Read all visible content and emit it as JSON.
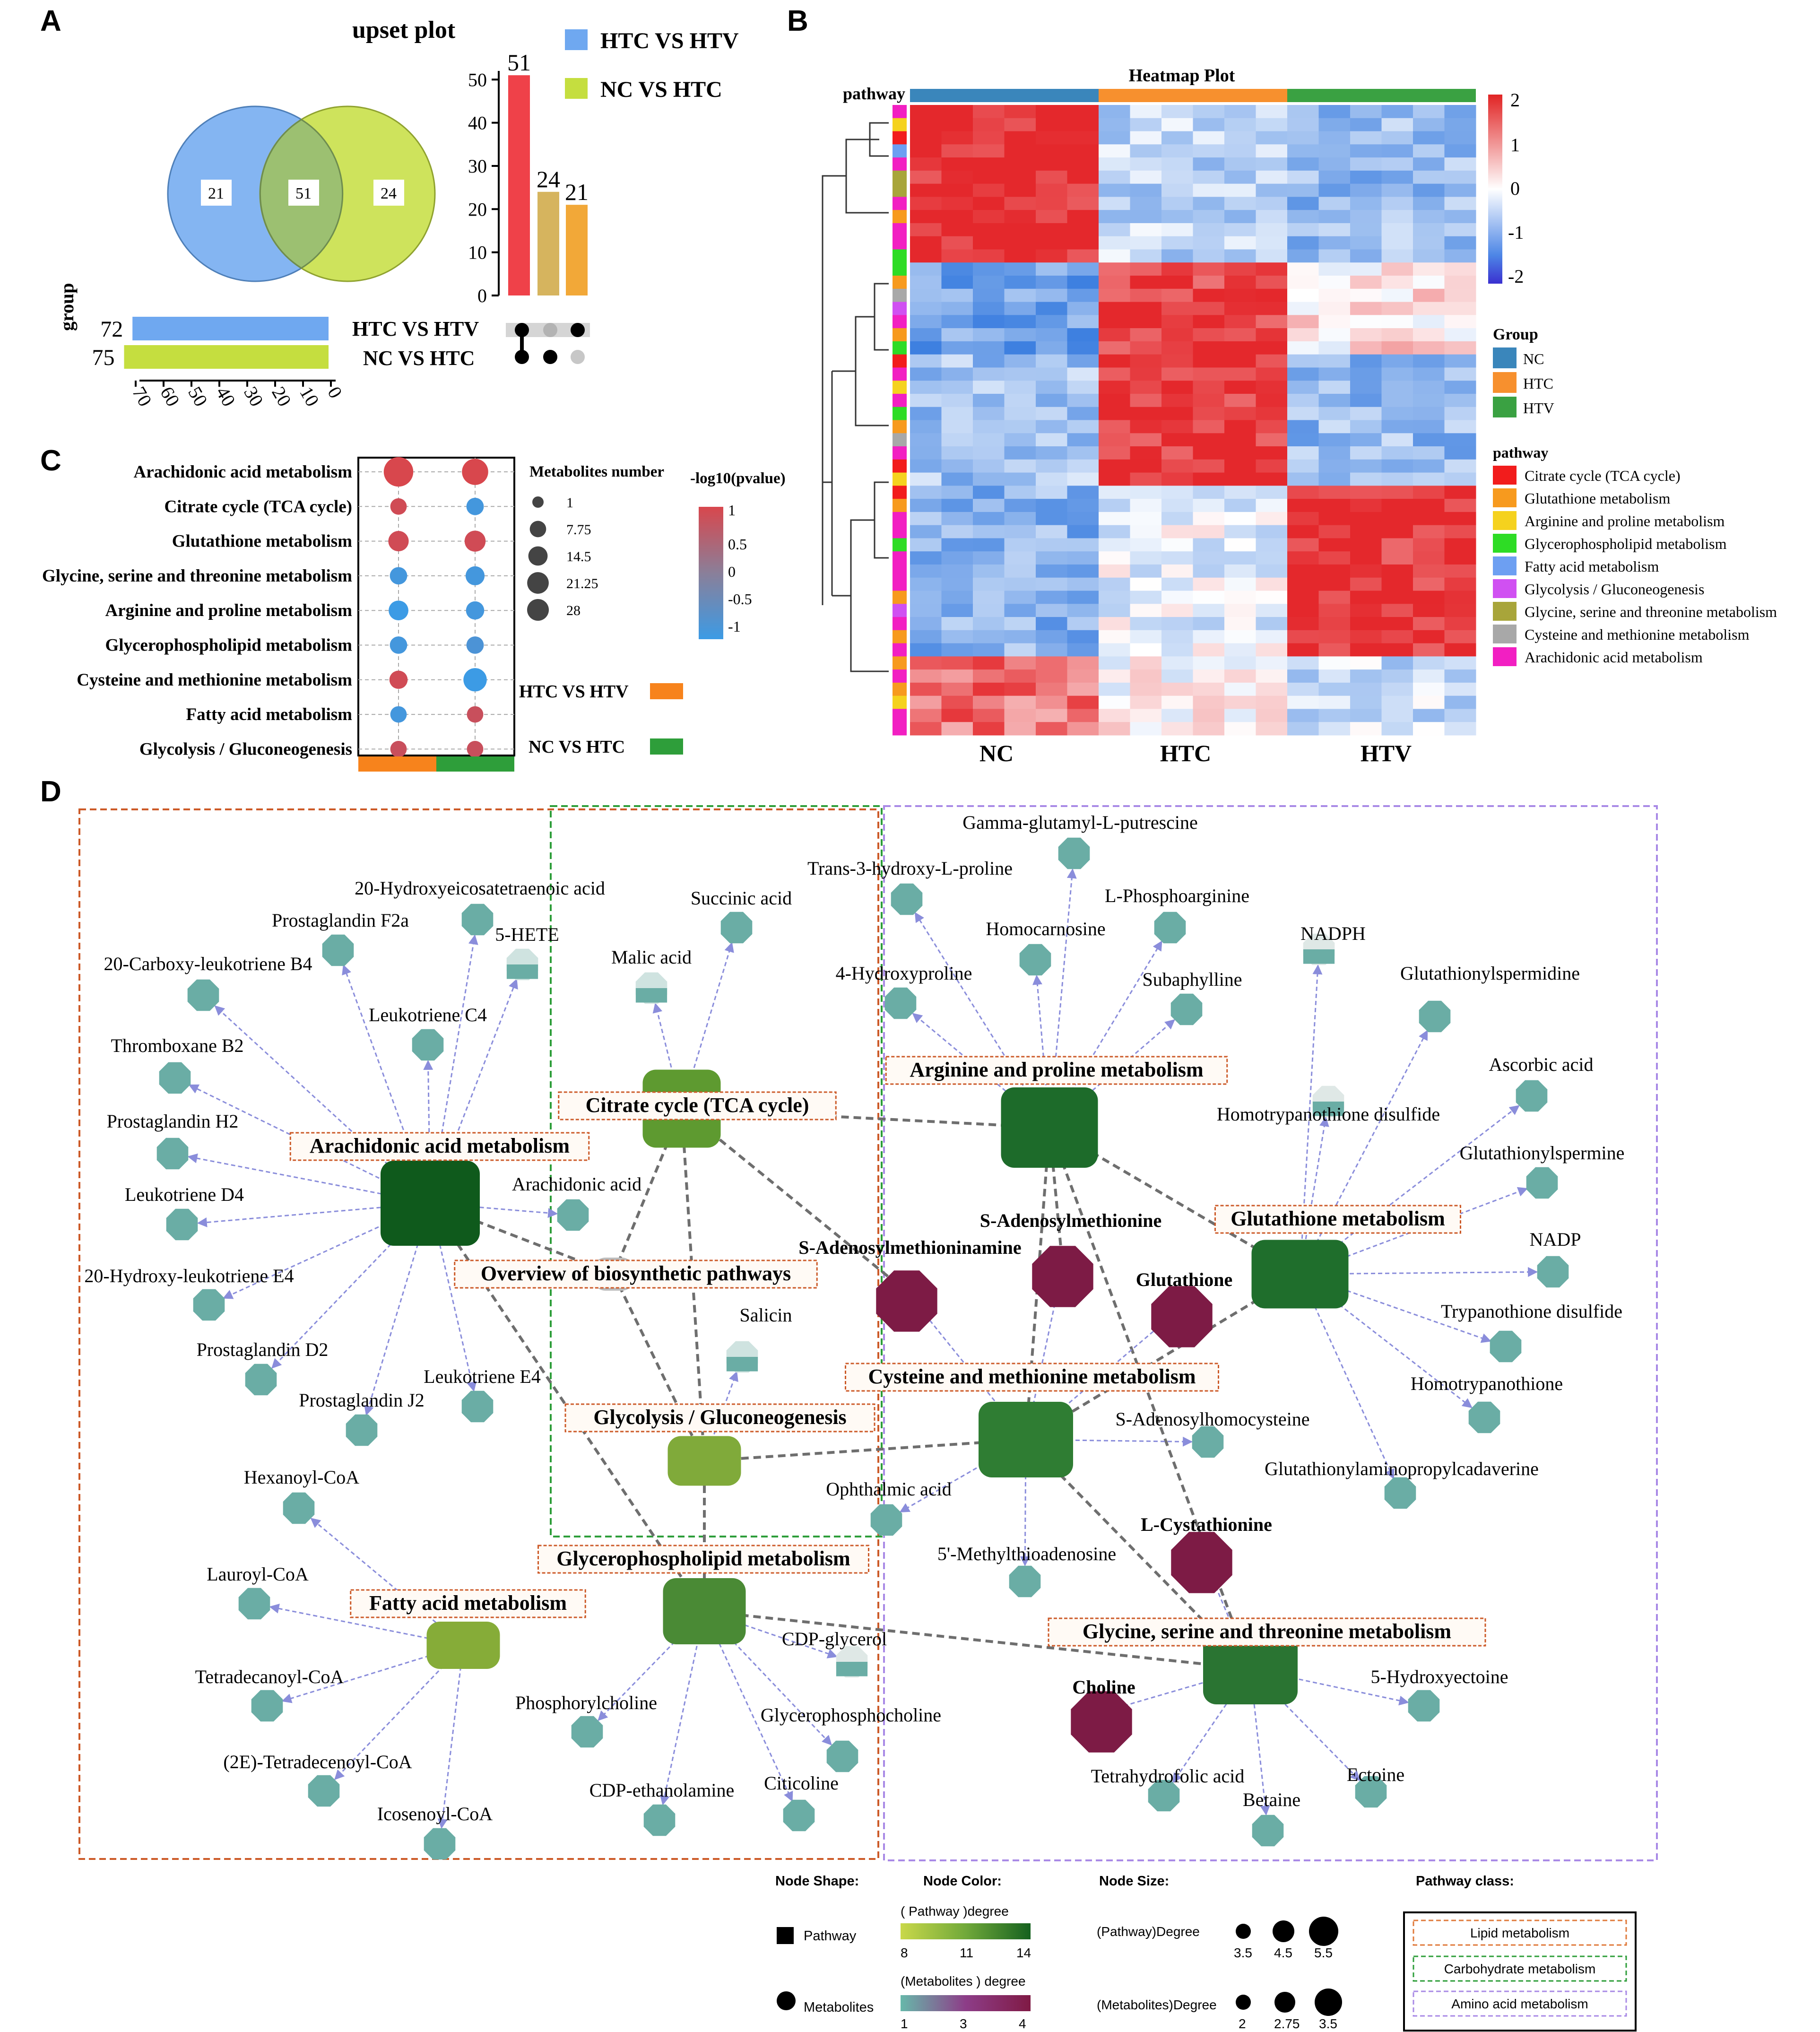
{
  "panel_labels": {
    "a": "A",
    "b": "B",
    "c": "C",
    "d": "D"
  },
  "panelA": {
    "title": "upset plot",
    "legend": [
      {
        "label": "HTC  VS  HTV",
        "color": "#6fa8f0"
      },
      {
        "label": "NC  VS  HTC",
        "color": "#c5de3f"
      }
    ],
    "venn": {
      "left_only": "21",
      "both": "51",
      "right_only": "24"
    },
    "group_label": "group",
    "set_sizes": [
      {
        "name": "HTC VS HTV",
        "size": 72,
        "color": "#6fa8f0"
      },
      {
        "name": "NC VS HTC",
        "size": 75,
        "color": "#c5de3f"
      }
    ],
    "set_axis_ticks": [
      "70",
      "60",
      "50",
      "40",
      "30",
      "20",
      "10",
      "0"
    ],
    "bar_axis_ticks": [
      "0",
      "10",
      "20",
      "30",
      "40",
      "50"
    ]
  },
  "panelB": {
    "title": "Heatmap Plot",
    "pathway_label": "pathway",
    "groups": [
      "NC",
      "HTC",
      "HTV"
    ],
    "group_colors": [
      "#3a86bb",
      "#f7902e",
      "#3aa142"
    ],
    "scale_ticks": [
      "2",
      "1",
      "0",
      "-1",
      "-2"
    ],
    "group_legend_title": "Group",
    "pathway_legend_title": "pathway",
    "pathways": [
      {
        "name": "Citrate cycle (TCA cycle)",
        "color": "#f21c1c"
      },
      {
        "name": "Glutathione metabolism",
        "color": "#f79a1e"
      },
      {
        "name": "Arginine and proline metabolism",
        "color": "#f5d21e"
      },
      {
        "name": "Glycerophospholipid metabolism",
        "color": "#2edc25"
      },
      {
        "name": "Fatty acid metabolism",
        "color": "#6d9ff2"
      },
      {
        "name": "Glycolysis / Gluconeogenesis",
        "color": "#d050f2"
      },
      {
        "name": "Glycine, serine and threonine metabolism",
        "color": "#a8a53a"
      },
      {
        "name": "Cysteine and methionine metabolism",
        "color": "#a8a8a8"
      },
      {
        "name": "Arachidonic acid metabolism",
        "color": "#f21fc2"
      }
    ]
  },
  "panelC": {
    "size_legend_title": "Metabolites number",
    "color_legend_title": "-log10(pvalue)",
    "size_legend": [
      "1",
      "7.75",
      "14.5",
      "21.25",
      "28"
    ],
    "color_ticks": [
      "1",
      "0.5",
      "0",
      "-0.5",
      "-1"
    ],
    "comparisons": [
      {
        "name": "HTC VS HTV",
        "color": "#f7831c"
      },
      {
        "name": "NC VS HTC",
        "color": "#2e9e3a"
      }
    ]
  },
  "panelD": {
    "pathways": [
      {
        "name": "Arachidonic acid metabolism",
        "color": "#0f5a1c"
      },
      {
        "name": "Citrate cycle (TCA cycle)",
        "color": "#5e9a30"
      },
      {
        "name": "Arginine and proline metabolism",
        "color": "#1d6b2a"
      },
      {
        "name": "Glutathione metabolism",
        "color": "#1f6e2c"
      },
      {
        "name": "Overview of biosynthetic pathways",
        "color": "#bdbdbd"
      },
      {
        "name": "Glycolysis / Gluconeogenesis",
        "color": "#80aa3a"
      },
      {
        "name": "Cysteine and methionine metabolism",
        "color": "#2f7d33"
      },
      {
        "name": "Glycerophospholipid metabolism",
        "color": "#4a8a35"
      },
      {
        "name": "Fatty acid metabolism",
        "color": "#86ac38"
      },
      {
        "name": "Glycine, serine and threonine metabolism",
        "color": "#2a7432"
      }
    ],
    "metabolites": [
      "20-Hydroxyeicosatetraenoic acid",
      "Prostaglandin F2a",
      "5-HETE",
      "20-Carboxy-leukotriene B4",
      "Leukotriene C4",
      "Thromboxane B2",
      "Prostaglandin H2",
      "Leukotriene D4",
      "Arachidonic acid",
      "20-Hydroxy-leukotriene E4",
      "Prostaglandin D2",
      "Leukotriene E4",
      "Prostaglandin J2",
      "Succinic acid",
      "Malic acid",
      "Salicin",
      "Gamma-glutamyl-L-putrescine",
      "Trans-3-hydroxy-L-proline",
      "L-Phosphoarginine",
      "Homocarnosine",
      "4-Hydroxyproline",
      "Subaphylline",
      "NADPH",
      "Glutathionylspermidine",
      "Ascorbic acid",
      "Homotrypanothione disulfide",
      "Glutathionylspermine",
      "NADP",
      "Trypanothione disulfide",
      "Homotrypanothione",
      "Glutathionylaminopropylcadaverine",
      "S-Adenosylmethionine",
      "S-Adenosylmethioninamine",
      "Glutathione",
      "S-Adenosylhomocysteine",
      "Ophthalmic acid",
      "5'-Methylthioadenosine",
      "L-Cystathionine",
      "Hexanoyl-CoA",
      "Lauroyl-CoA",
      "Tetradecanoyl-CoA",
      "(2E)-Tetradecenoyl-CoA",
      "Icosenoyl-CoA",
      "CDP-glycerol",
      "Phosphorylcholine",
      "Glycerophosphocholine",
      "CDP-ethanolamine",
      "Citicoline",
      "Choline",
      "5-Hydroxyectoine",
      "Tetrahydrofolic acid",
      "Betaine",
      "Ectoine"
    ],
    "legend": {
      "node_shape": "Node Shape:",
      "shape_pathway": "Pathway",
      "shape_metabolites": "Metabolites",
      "node_color": "Node Color:",
      "pathway_degree": "( Pathway )degree",
      "pathway_degree_ticks": [
        "8",
        "11",
        "14"
      ],
      "metabolite_degree": "(Metabolites ) degree",
      "metabolite_degree_ticks": [
        "1",
        "3",
        "4"
      ],
      "node_size": "Node Size:",
      "size_pathway": "(Pathway)Degree",
      "size_pathway_ticks": [
        "3.5",
        "4.5",
        "5.5"
      ],
      "size_metabolites": "(Metabolites)Degree",
      "size_metabolite_ticks": [
        "2",
        "2.75",
        "3.5"
      ],
      "pathway_class": "Pathway class:",
      "classes": [
        {
          "name": "Lipid metabolism",
          "color": "#e07a3b"
        },
        {
          "name": "Carbohydrate metabolism",
          "color": "#2e9e3a"
        },
        {
          "name": "Amino acid metabolism",
          "color": "#a98ae6"
        }
      ]
    }
  },
  "chart_data": [
    {
      "type": "bar",
      "title": "upset plot",
      "categories": [
        "HTC VS HTV & NC VS HTC",
        "NC VS HTC only",
        "HTC VS HTV only"
      ],
      "values": [
        51,
        24,
        21
      ],
      "colors": [
        "#ef4149",
        "#d6b45e",
        "#f2a838"
      ],
      "ylim": [
        0,
        52
      ],
      "set_sizes": {
        "HTC VS HTV": 72,
        "NC VS HTC": 75
      }
    },
    {
      "type": "heatmap",
      "title": "Heatmap Plot",
      "columns": [
        "NC",
        "HTC",
        "HTV"
      ],
      "scale": [
        -2,
        2
      ],
      "row_blocks": [
        {
          "pattern": [
            1.6,
            -0.5,
            -0.8
          ],
          "rows": 12
        },
        {
          "pattern": [
            -1.1,
            1.4,
            0.2
          ],
          "rows": 7
        },
        {
          "pattern": [
            -0.7,
            1.5,
            -0.8
          ],
          "rows": 10
        },
        {
          "pattern": [
            -0.9,
            -0.2,
            1.5
          ],
          "rows": 13
        },
        {
          "pattern": [
            1.0,
            0.0,
            -0.4
          ],
          "rows": 6
        }
      ]
    },
    {
      "type": "scatter",
      "categories": [
        "Arachidonic acid metabolism",
        "Citrate cycle (TCA cycle)",
        "Glutathione metabolism",
        "Glycine, serine and threonine metabolism",
        "Arginine and proline metabolism",
        "Glycerophospholipid metabolism",
        "Cysteine and methionine metabolism",
        "Fatty acid metabolism",
        "Glycolysis / Gluconeogenesis"
      ],
      "series": [
        {
          "name": "HTC VS HTV",
          "size": [
            28,
            4,
            9,
            5,
            8,
            5,
            6,
            4,
            4
          ],
          "neglog10p": [
            1.0,
            0.9,
            0.9,
            -0.9,
            -1.0,
            -0.9,
            0.9,
            -0.9,
            0.8
          ]
        },
        {
          "name": "NC VS HTC",
          "size": [
            20,
            5,
            10,
            7,
            6,
            5,
            14,
            4,
            4
          ],
          "neglog10p": [
            1.0,
            -0.9,
            0.9,
            -0.9,
            -0.9,
            -0.8,
            -1.0,
            0.8,
            0.8
          ]
        }
      ]
    }
  ]
}
